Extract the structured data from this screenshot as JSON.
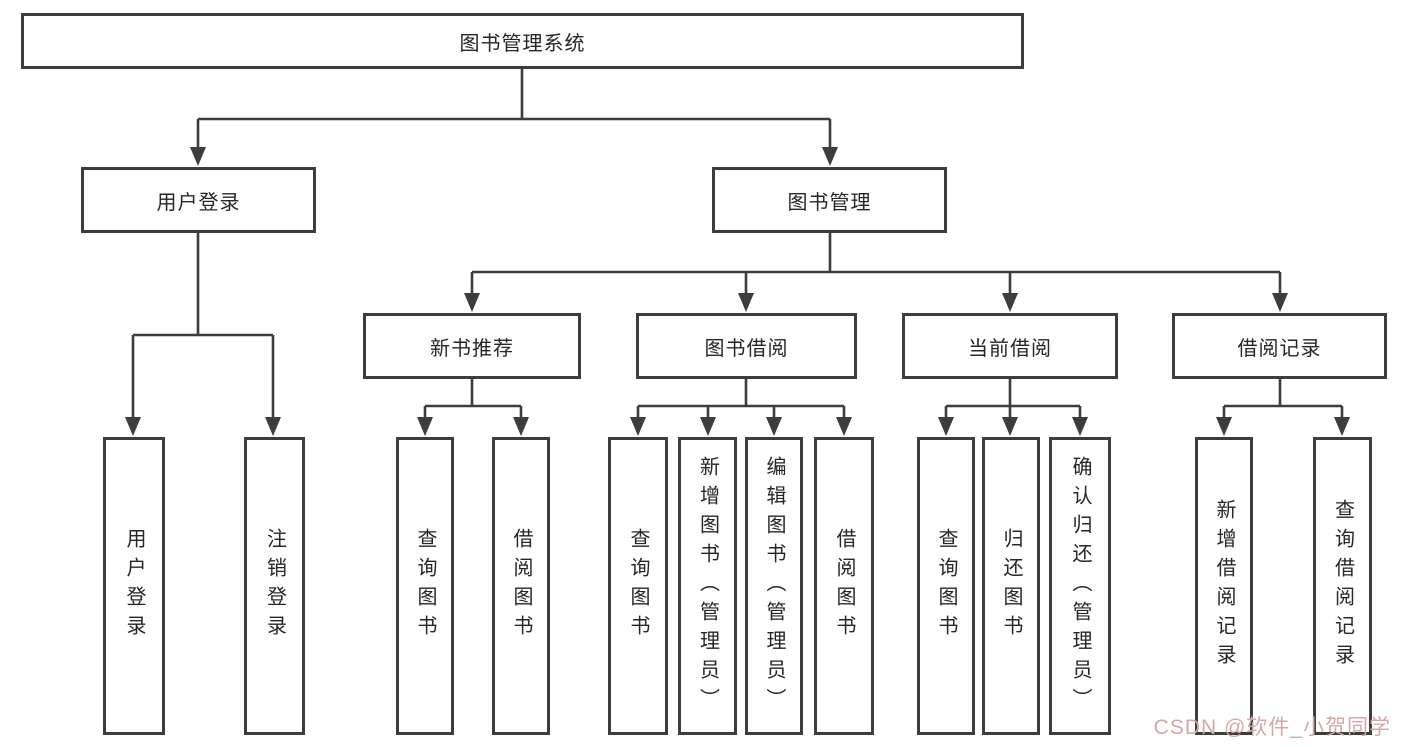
{
  "tree": {
    "root": "图书管理系统",
    "branches": [
      {
        "label": "用户登录",
        "leaves": [
          "用户登录",
          "注销登录"
        ]
      },
      {
        "label": "图书管理",
        "groups": [
          {
            "label": "新书推荐",
            "leaves": [
              "查询图书",
              "借阅图书"
            ]
          },
          {
            "label": "图书借阅",
            "leaves": [
              "查询图书",
              "新增图书（管理员）",
              "编辑图书（管理员）",
              "借阅图书"
            ]
          },
          {
            "label": "当前借阅",
            "leaves": [
              "查询图书",
              "归还图书",
              "确认归还（管理员）"
            ]
          },
          {
            "label": "借阅记录",
            "leaves": [
              "新增借阅记录",
              "查询借阅记录"
            ]
          }
        ]
      }
    ]
  },
  "watermark": {
    "text": "CSDN @软件_小贺同学",
    "color": "#d2a8a8"
  },
  "colors": {
    "line": "#3d3d3d",
    "text": "#262626",
    "background": "#ffffff"
  }
}
